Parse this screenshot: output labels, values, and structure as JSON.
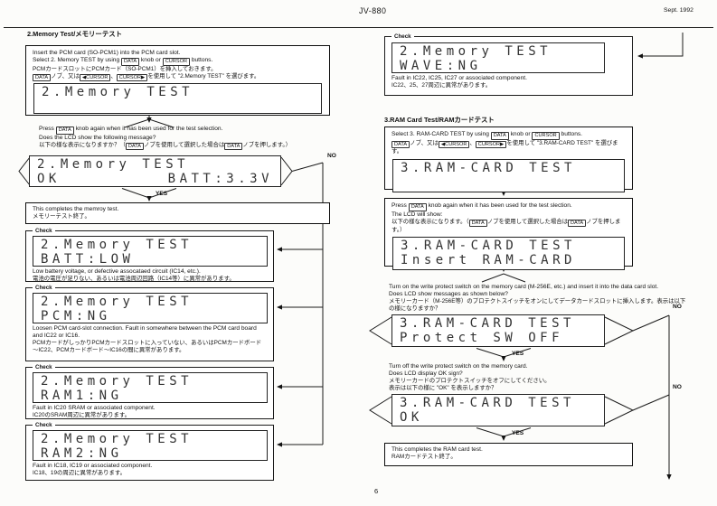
{
  "header": {
    "model": "JV-880",
    "date": "Sept. 1992"
  },
  "footer": {
    "page": "6"
  },
  "labels": {
    "check": "Check",
    "yes": "YES",
    "no": "NO"
  },
  "memory_test": {
    "heading": "2.Memory Test/メモリーテスト",
    "intro": {
      "l1": [
        "Insert the PCM card (SO-PCM1) into the PCM card slot."
      ],
      "l2": [
        "Select 2. Memory TEST by using ",
        {
          "k": "DATA"
        },
        " knob or ",
        {
          "k": "CURSOR"
        },
        " buttons."
      ],
      "l3": [
        "PCMカードスロットにPCMカード（SO-PCM1）を挿入しておきます。"
      ],
      "l4": [
        {
          "k": "DATA"
        },
        "ノブ、又は",
        {
          "k": "◀CURSOR"
        },
        "、",
        {
          "k": "CURSOR▶"
        },
        "を使用して \"2.Memory TEST\" を選びます。"
      ],
      "lcd1": "2.Memory TEST"
    },
    "press": {
      "l1": [
        "Press ",
        {
          "k": "DATA"
        },
        " knob again when it has been used for the test selection."
      ],
      "l2": [
        "Does the LCD show the following message?"
      ],
      "l3": [
        "以下の様な表示になりますか？（",
        {
          "k": "DATA"
        },
        "ノブを使用して選択した場合は",
        {
          "k": "DATA"
        },
        "ノブを押します。）"
      ]
    },
    "decision_lcd": {
      "line1": "2.Memory TEST",
      "line2_left": "OK",
      "line2_right": "BATT:3.3V"
    },
    "complete": {
      "l1": "This completes the memroy test.",
      "l2": "メモリーテスト終了。"
    },
    "checks": [
      {
        "lcd1": "2.Memory TEST",
        "lcd2": "BATT:LOW",
        "en": "Low battery voltage, or defective assocataed circuit (IC14, etc.).",
        "jp": "電池の電圧が足りない、あるいは電池周辺回路（IC14等）に異常があります。"
      },
      {
        "lcd1": "2.Memory TEST",
        "lcd2": "PCM:NG",
        "en": "Loosen PCM card-slot connection. Fault in somewhere between the PCM card board and IC22 or IC16.",
        "jp": "PCMカードがしっかりPCMカードスロットに入っていない、あるいはPCMカードボード～IC22、PCMカードボード～IC16の間に異常があります。"
      },
      {
        "lcd1": "2.Memory TEST",
        "lcd2": "RAM1:NG",
        "en": "Fault in IC20 SRAM or associated component.",
        "jp": "IC20のSRAM周辺に異常があります。"
      },
      {
        "lcd1": "2.Memory TEST",
        "lcd2": "RAM2:NG",
        "en": "Fault in IC18, IC19 or associated component.",
        "jp": "IC18、19の周辺に異常があります。"
      }
    ],
    "wave_check": {
      "lcd1": "2.Memory TEST",
      "lcd2": "WAVE:NG",
      "en": "Fault in IC22, IC25, IC27 or associated component.",
      "jp": "IC22、25、27周辺に異常があります。"
    }
  },
  "ram_card_test": {
    "heading": "3.RAM Card Test/RAMカードテスト",
    "select": {
      "l1": [
        "Select 3. RAM-CARD TEST by using ",
        {
          "k": "DATA"
        },
        " knob or ",
        {
          "k": "CURSOR"
        },
        " buttons."
      ],
      "l2": [
        {
          "k": "DATA"
        },
        "ノブ、又は",
        {
          "k": "◀CURSOR"
        },
        "、",
        {
          "k": "CURSOR▶"
        },
        "を使用して \"3.RAM-CARD TEST\" を選びます。"
      ],
      "lcd1": "3.RAM-CARD TEST"
    },
    "press": {
      "l1": [
        "Press ",
        {
          "k": "DATA"
        },
        " knob again when it has been used for the test slection."
      ],
      "l2": [
        "The LCD will show:"
      ],
      "l3": [
        "以下の様な表示になります。（",
        {
          "k": "DATA"
        },
        "ノブを使用して選択した場合は",
        {
          "k": "DATA"
        },
        "ノブを押します。）"
      ],
      "lcd1": "3.RAM-CARD TEST",
      "lcd2": "Insert RAM-CARD"
    },
    "protect_q": {
      "l1": "Turn on the write protect switch on the memory card (M-256E, etc.) and insert it into the data card slot.",
      "l2": "Does LCD show messages as shown below?",
      "l3": "メモリーカード（M-256E等）のプロテクトスイッチをオンにしてデータカードスロットに挿入します。表示は以下の様になりますか？",
      "lcd1": "3.RAM-CARD TEST",
      "lcd2": "Protect SW OFF"
    },
    "off_q": {
      "l1": "Turn off the write protect switch on the memory card.",
      "l2": "Does LCD display OK sign?",
      "l3": "メモリーカードのプロテクトスイッチをオフにしてください。",
      "l4": "表示は以下の様に \"OK\" を表示しますか？",
      "lcd1": "3.RAM-CARD TEST",
      "lcd2": "OK"
    },
    "complete": {
      "l1": "This completes the RAM card test.",
      "l2": "RAMカードテスト終了。"
    }
  }
}
